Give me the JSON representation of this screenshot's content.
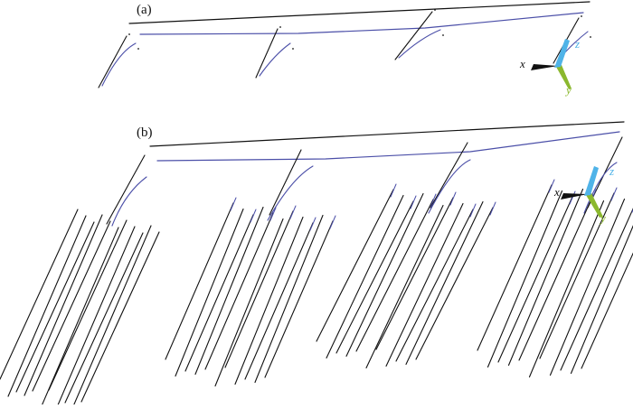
{
  "figure": {
    "colors": {
      "black": "#111111",
      "blue": "#4b4fa8",
      "axis_x": "#111111",
      "axis_y": "#8bb82e",
      "axis_z": "#4fb3e8"
    },
    "panels": [
      {
        "id": "a",
        "label": "(a)",
        "axes": {
          "x": "x",
          "y": "y",
          "z": "z"
        }
      },
      {
        "id": "b",
        "label": "(b)",
        "axes": {
          "x": "x",
          "y": "y",
          "z": "z"
        }
      }
    ]
  }
}
